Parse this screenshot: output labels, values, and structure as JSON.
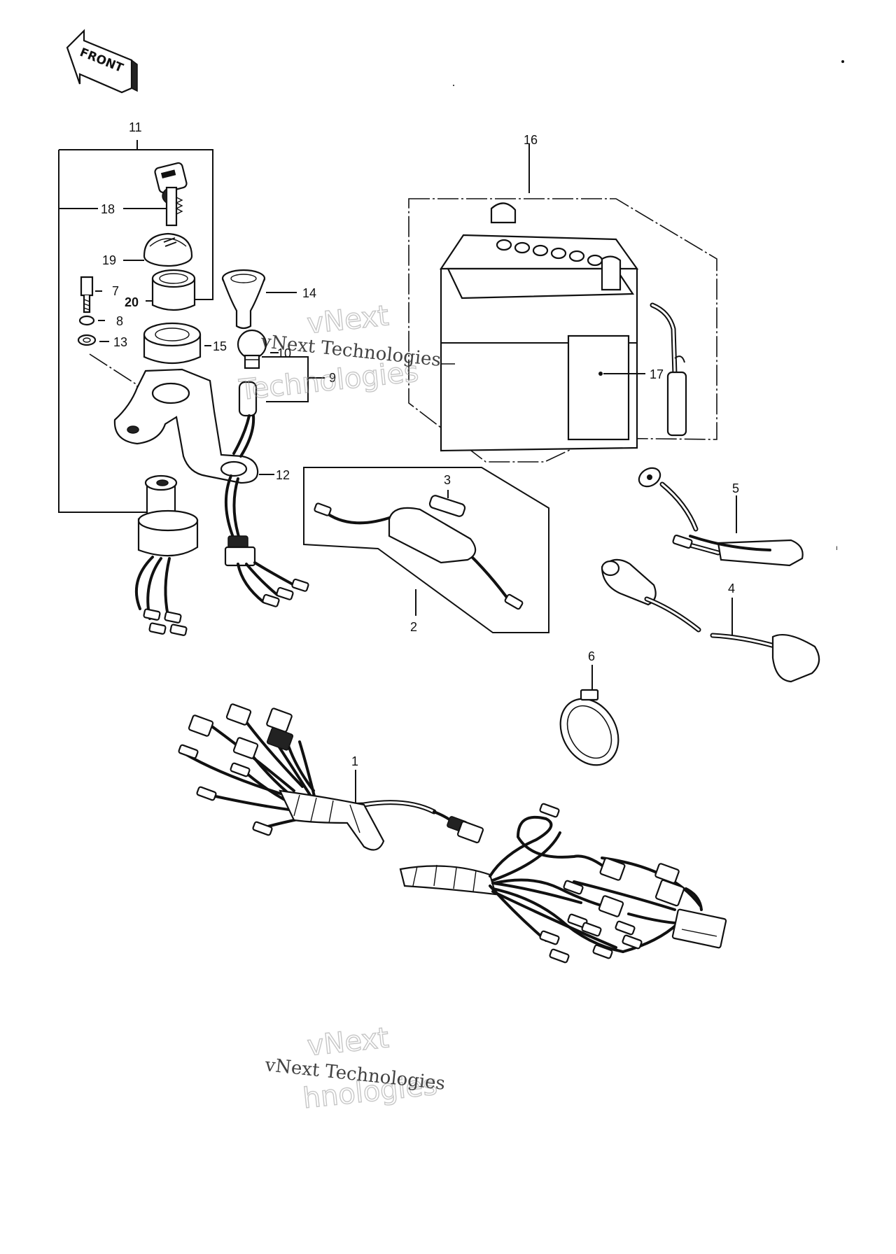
{
  "front_arrow": {
    "text": "FRONT"
  },
  "parts": [
    {
      "id": "1",
      "text": "1"
    },
    {
      "id": "2",
      "text": "2"
    },
    {
      "id": "3",
      "text": "3"
    },
    {
      "id": "4",
      "text": "4"
    },
    {
      "id": "5",
      "text": "5"
    },
    {
      "id": "6",
      "text": "6"
    },
    {
      "id": "7",
      "text": "7"
    },
    {
      "id": "8",
      "text": "8"
    },
    {
      "id": "9",
      "text": "9"
    },
    {
      "id": "10",
      "text": "10"
    },
    {
      "id": "11",
      "text": "11"
    },
    {
      "id": "12",
      "text": "12"
    },
    {
      "id": "13",
      "text": "13"
    },
    {
      "id": "14",
      "text": "14"
    },
    {
      "id": "15",
      "text": "15"
    },
    {
      "id": "16",
      "text": "16"
    },
    {
      "id": "17",
      "text": "17"
    },
    {
      "id": "18",
      "text": "18"
    },
    {
      "id": "19",
      "text": "19"
    },
    {
      "id": "20",
      "text": "20"
    }
  ],
  "watermark": {
    "line_small": "vNext Technologies",
    "line_big_1": "vNext",
    "line_big_2": "Technologies",
    "line_big_2_cut": "hnologies"
  }
}
